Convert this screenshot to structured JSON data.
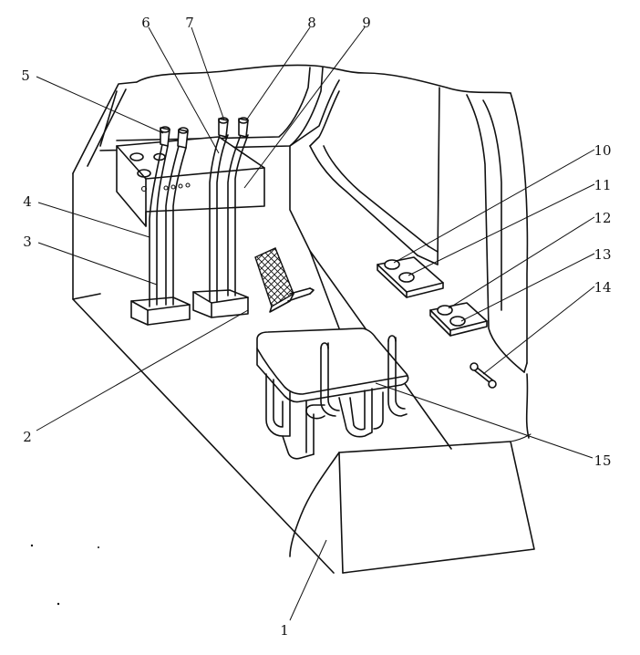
{
  "callouts": [
    {
      "num": "1"
    },
    {
      "num": "2"
    },
    {
      "num": "3"
    },
    {
      "num": "4"
    },
    {
      "num": "5"
    },
    {
      "num": "6"
    },
    {
      "num": "7"
    },
    {
      "num": "8"
    },
    {
      "num": "9"
    },
    {
      "num": "10"
    },
    {
      "num": "11"
    },
    {
      "num": "12"
    },
    {
      "num": "13"
    },
    {
      "num": "14"
    },
    {
      "num": "15"
    }
  ]
}
